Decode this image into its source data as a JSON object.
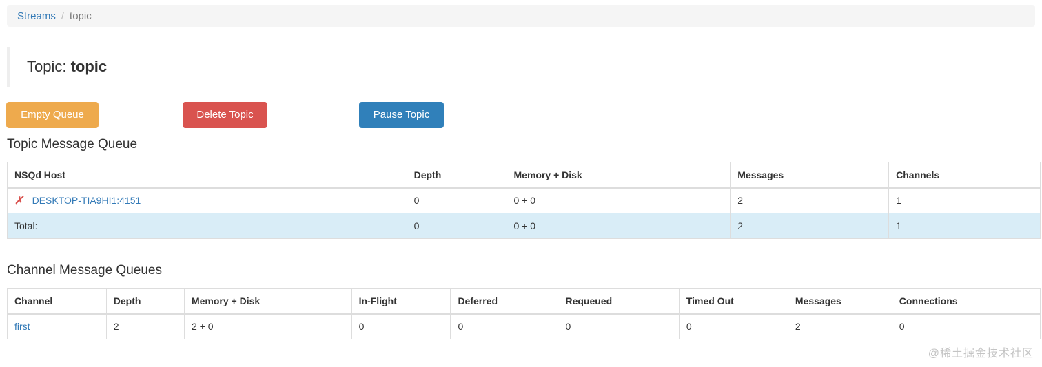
{
  "breadcrumb": {
    "root_label": "Streams",
    "separator": "/",
    "current_label": "topic"
  },
  "page_title": {
    "prefix": "Topic: ",
    "name": "topic"
  },
  "actions": {
    "empty_queue_label": "Empty Queue",
    "delete_topic_label": "Delete Topic",
    "pause_topic_label": "Pause Topic",
    "empty_queue_color": "#eeaa4d",
    "delete_topic_color": "#d9534f",
    "pause_topic_color": "#3080ba"
  },
  "topic_queue": {
    "heading": "Topic Message Queue",
    "columns": [
      "NSQd Host",
      "Depth",
      "Memory + Disk",
      "Messages",
      "Channels"
    ],
    "rows": [
      {
        "status_icon": "cross-icon",
        "host": "DESKTOP-TIA9HI1:4151",
        "depth": "0",
        "memory_disk": "0 + 0",
        "messages": "2",
        "channels": "1"
      }
    ],
    "total": {
      "label": "Total:",
      "depth": "0",
      "memory_disk": "0 + 0",
      "messages": "2",
      "channels": "1"
    }
  },
  "channel_queues": {
    "heading": "Channel Message Queues",
    "columns": [
      "Channel",
      "Depth",
      "Memory + Disk",
      "In-Flight",
      "Deferred",
      "Requeued",
      "Timed Out",
      "Messages",
      "Connections"
    ],
    "rows": [
      {
        "channel": "first",
        "depth": "2",
        "memory_disk": "2 + 0",
        "in_flight": "0",
        "deferred": "0",
        "requeued": "0",
        "timed_out": "0",
        "messages": "2",
        "connections": "0"
      }
    ]
  },
  "watermark": {
    "text": "@稀土掘金技术社区"
  },
  "icons": {
    "cross": "✗"
  }
}
